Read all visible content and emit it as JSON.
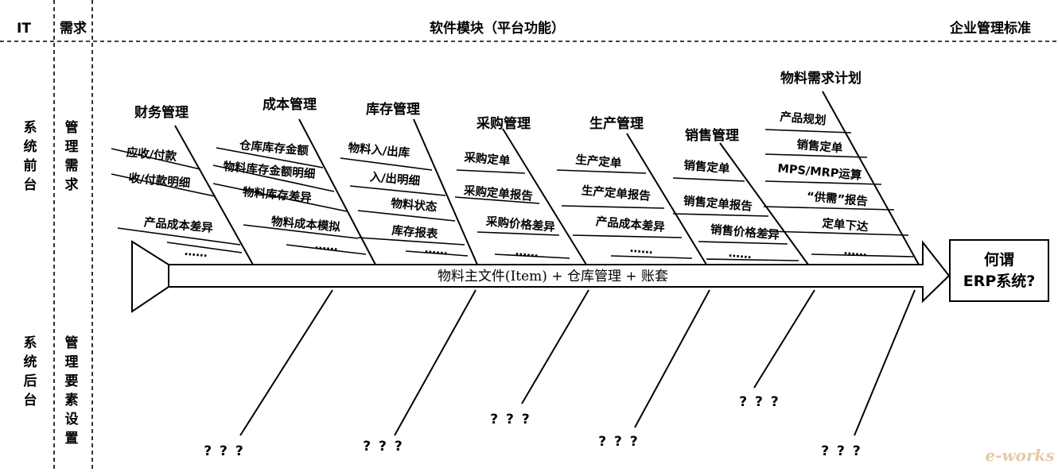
{
  "header": {
    "it": "IT",
    "demand": "需求",
    "modules": "软件模块（平台功能）",
    "standard": "企业管理标准"
  },
  "rows": {
    "front": "系统前台",
    "back": "系统后台",
    "front_demand": "管理需求",
    "back_demand": "管理要素设置"
  },
  "spine": {
    "label": "物料主文件(Item) + 仓库管理 + 账套"
  },
  "head": {
    "line1": "何谓",
    "line2": "ERP系统?"
  },
  "categories": [
    {
      "name": "财务管理",
      "items": [
        "应收/付款",
        "收/付款明细",
        "产品成本差异",
        "……"
      ]
    },
    {
      "name": "成本管理",
      "items": [
        "仓库库存金额",
        "物料库存金额明细",
        "物料库存差异",
        "物料成本模拟",
        "……"
      ]
    },
    {
      "name": "库存管理",
      "items": [
        "物料入/出库",
        "入/出明细",
        "物料状态",
        "库存报表",
        "……"
      ]
    },
    {
      "name": "采购管理",
      "items": [
        "采购定单",
        "采购定单报告",
        "采购价格差异",
        "……"
      ]
    },
    {
      "name": "生产管理",
      "items": [
        "生产定单",
        "生产定单报告",
        "产品成本差异",
        "……"
      ]
    },
    {
      "name": "销售管理",
      "items": [
        "销售定单",
        "销售定单报告",
        "销售价格差异",
        "……"
      ]
    },
    {
      "name": "物料需求计划",
      "items": [
        "产品规划",
        "销售定单",
        "MPS/MRP运算",
        "“供需”报告",
        "定单下达",
        "……"
      ]
    }
  ],
  "questions": [
    "? ? ?",
    "? ? ?",
    "? ? ?",
    "? ? ?",
    "? ? ?",
    "? ? ?"
  ],
  "watermark": "e-works"
}
